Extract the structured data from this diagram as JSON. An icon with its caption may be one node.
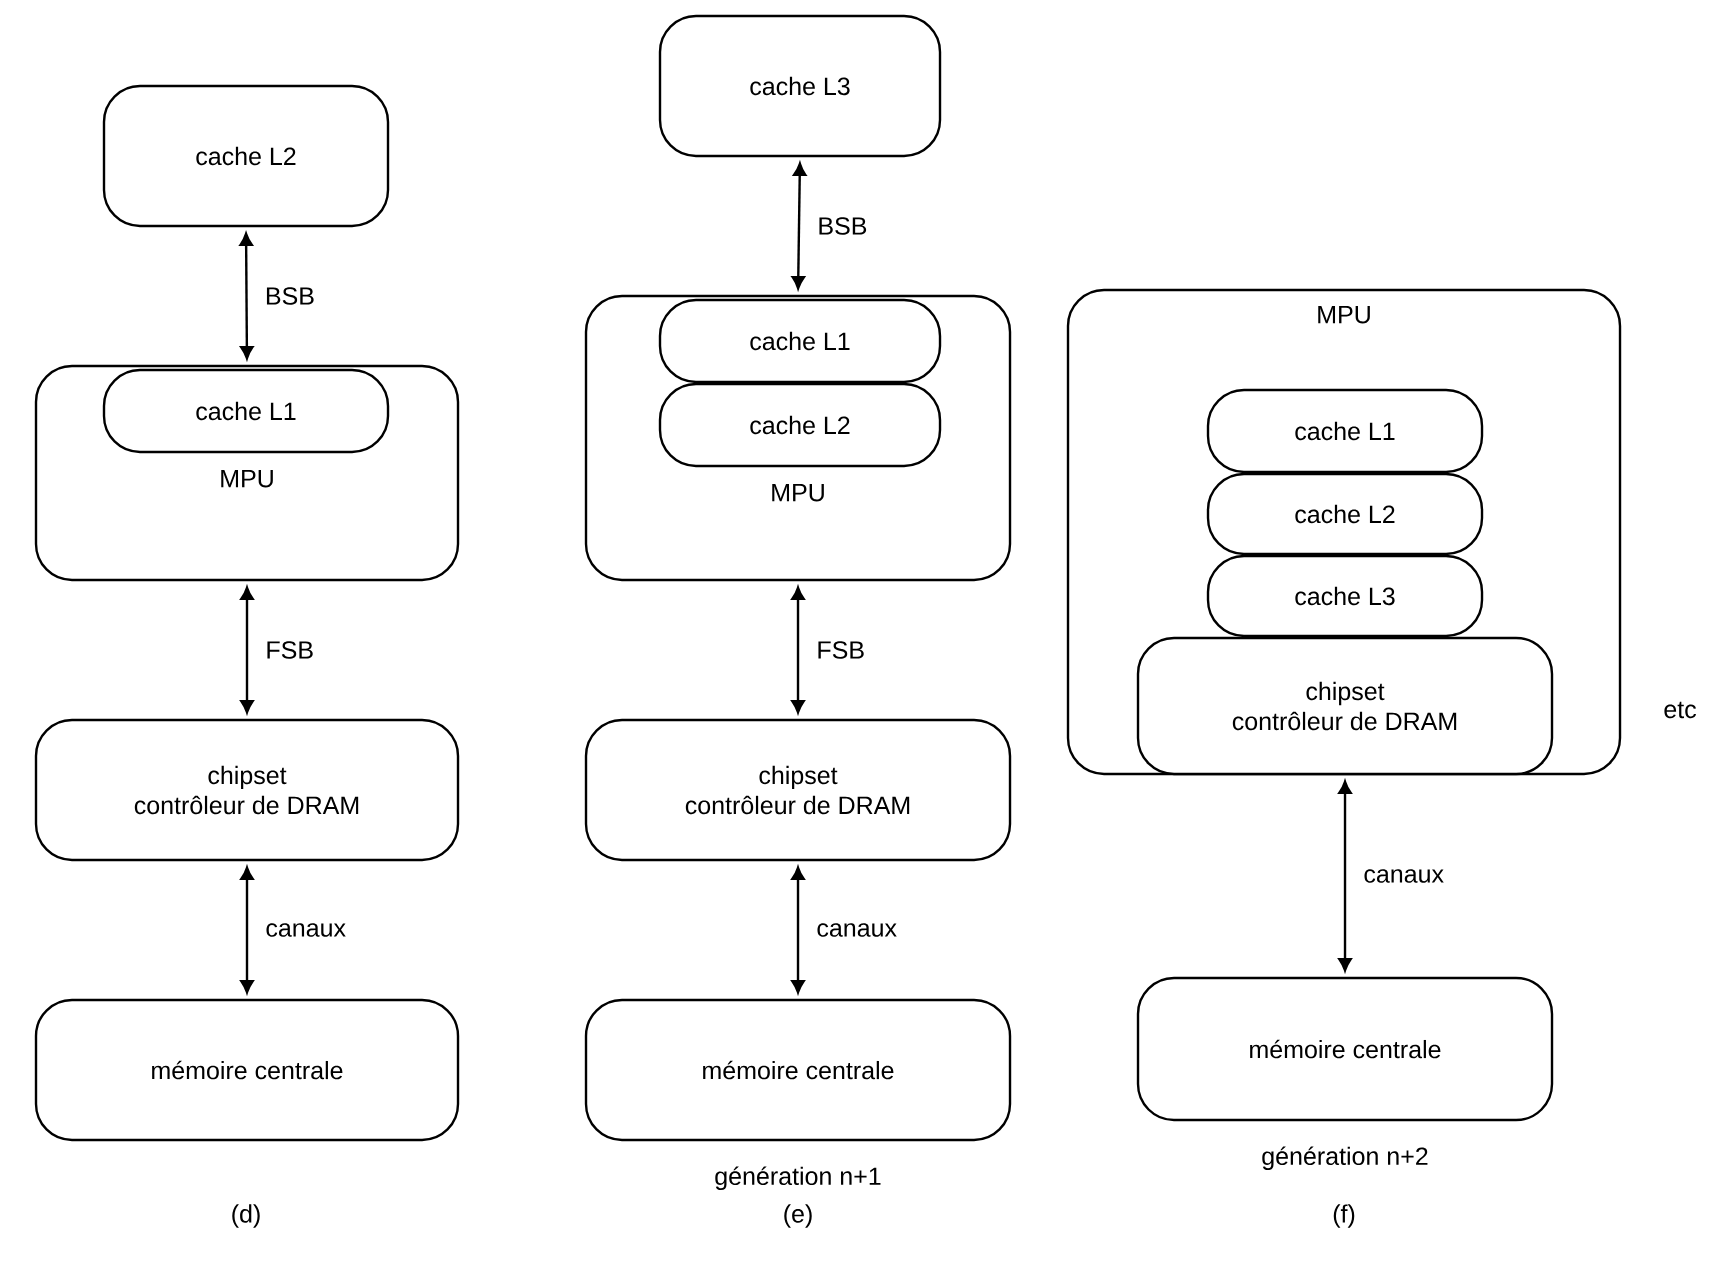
{
  "diagram": {
    "nodes": [
      {
        "text": [
          "cache L2"
        ]
      },
      {
        "text": [
          "MPU"
        ]
      },
      {
        "text": [
          "cache L1"
        ],
        "in": 1
      },
      {
        "text": [
          "chipset contrôleur de DRAM"
        ]
      },
      {
        "text": [
          "mémoire centrale"
        ]
      },
      {
        "text": [
          "cache L3"
        ]
      },
      {
        "text": [
          "MPU"
        ]
      },
      {
        "text": [
          "cache L1"
        ],
        "in": 6
      },
      {
        "text": [
          "cache L2"
        ],
        "in": 6
      },
      {
        "text": [
          "chipset contrôleur de DRAM"
        ]
      },
      {
        "text": [
          "mémoire centrale"
        ],
        "beside": [
          "génération n+1"
        ]
      },
      {
        "text": [
          "MPU"
        ]
      },
      {
        "text": [
          "cache L1"
        ],
        "in": 11
      },
      {
        "text": [
          "cache L2"
        ],
        "in": 11
      },
      {
        "text": [
          "cache L3"
        ],
        "in": 11
      },
      {
        "text": [
          "chipset contrôleur de DRAM"
        ],
        "in": 11
      },
      {
        "text": [
          "mémoire centrale"
        ],
        "beside": [
          "génération n+2"
        ]
      }
    ],
    "edges": [
      {
        "from": 0,
        "to": 1,
        "arrow": "both",
        "label": "BSB"
      },
      {
        "from": 1,
        "to": 3,
        "arrow": "both",
        "label": "FSB"
      },
      {
        "from": 3,
        "to": 4,
        "arrow": "both",
        "label": "canaux"
      },
      {
        "from": 5,
        "to": 6,
        "arrow": "both",
        "label": "BSB"
      },
      {
        "from": 6,
        "to": 9,
        "arrow": "both",
        "label": "FSB"
      },
      {
        "from": 9,
        "to": 10,
        "arrow": "both",
        "label": "canaux"
      },
      {
        "from": 15,
        "to": 16,
        "arrow": "both",
        "label": "canaux"
      }
    ],
    "labels": [
      "(d)",
      "(e)",
      "(f)",
      "etc"
    ]
  }
}
